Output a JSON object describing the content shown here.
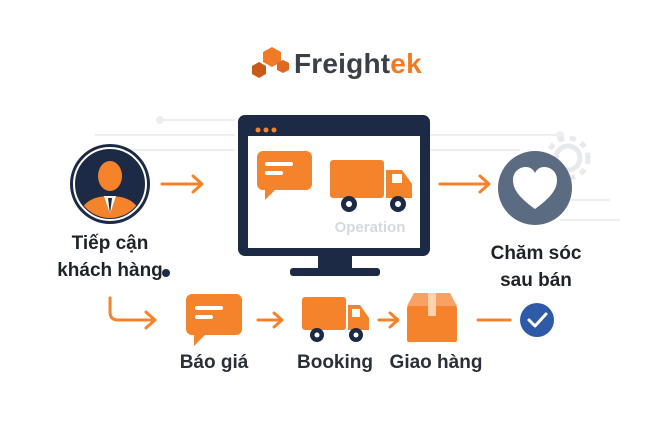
{
  "brand": {
    "name_part1": "Freight",
    "name_part2": "ek",
    "accent_color": "#f07b26",
    "text_color": "#3a3f48"
  },
  "nodes": {
    "customer": {
      "label_line1": "Tiếp cận",
      "label_line2": "khách hàng",
      "icon": "user-icon"
    },
    "monitor": {
      "caption": "Operation",
      "icons": [
        "chat-bubble-icon",
        "truck-icon"
      ]
    },
    "after_sales": {
      "label_line1": "Chăm sóc",
      "label_line2": "sau bán",
      "icon": "heart-icon"
    }
  },
  "steps": [
    {
      "label": "Báo giá",
      "icon": "chat-bubble-icon"
    },
    {
      "label": "Booking",
      "icon": "truck-icon"
    },
    {
      "label": "Giao hàng",
      "icon": "box-icon"
    },
    {
      "label": "",
      "icon": "check-circle-icon"
    }
  ],
  "colors": {
    "orange": "#f5832b",
    "navy": "#1c2a46",
    "slate": "#5b6b82",
    "check_blue": "#2f5aa8",
    "line_grey": "#e3e6ea"
  }
}
